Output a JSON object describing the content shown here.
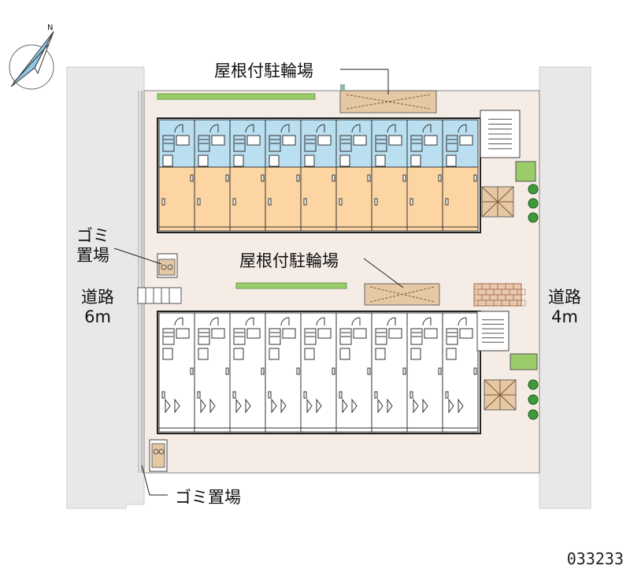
{
  "labels": {
    "bike_parking_top": "屋根付駐輪場",
    "bike_parking_mid": "屋根付駐輪場",
    "garbage_left_line1": "ゴミ",
    "garbage_left_line2": "置場",
    "garbage_bottom": "ゴミ置場",
    "road_left_name": "道路",
    "road_left_width": "6m",
    "road_right_name": "道路",
    "road_right_width": "4m",
    "compass_n": "N"
  },
  "property_code": "033233",
  "colors": {
    "road": "#e8e8e8",
    "lot": "#f5ece6",
    "unit_upper": "#fcd5a2",
    "bath_blue": "#b9dff0",
    "unit_lower": "#ffffff",
    "parking_roof": "#e6c8a4",
    "green": "#9acd6a",
    "trees": "#3f9a3b",
    "wall": "#222222"
  },
  "buildings": [
    {
      "name": "upper-building",
      "units": 9,
      "fill": "unit_upper"
    },
    {
      "name": "lower-building",
      "units": 9,
      "fill": "unit_lower"
    }
  ]
}
